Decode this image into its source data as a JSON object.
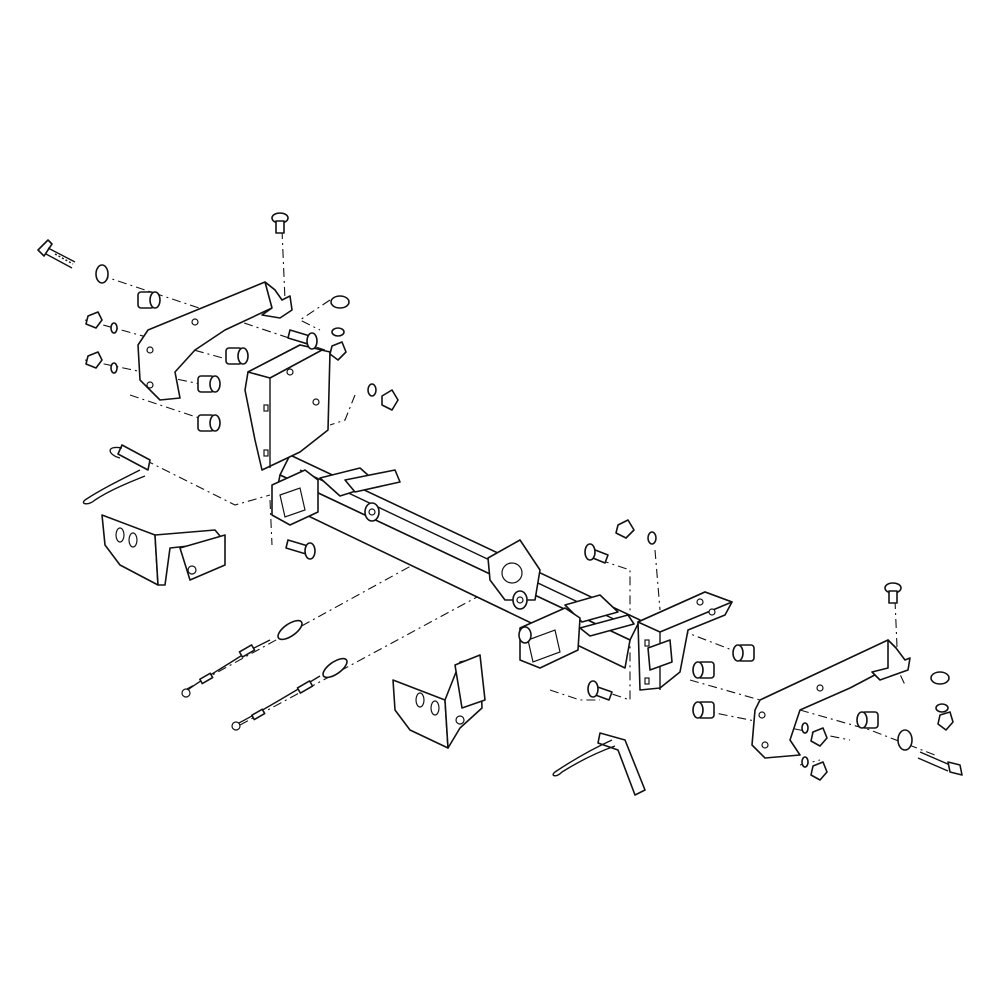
{
  "diagram": {
    "kind": "exploded-view line drawing",
    "colors": {
      "line": "#111111",
      "background": "#ffffff"
    },
    "parts": [
      "crossbar",
      "left-bracket-plate",
      "right-bracket-plate",
      "left-mount-plate",
      "right-mount-plate",
      "left-receiver",
      "right-receiver",
      "detachable-tab-left",
      "detachable-tab-right",
      "safety-cable-1",
      "safety-cable-2",
      "hitch-pin-left",
      "hitch-pin-right",
      "bolts",
      "washers",
      "nuts",
      "spacers"
    ]
  }
}
